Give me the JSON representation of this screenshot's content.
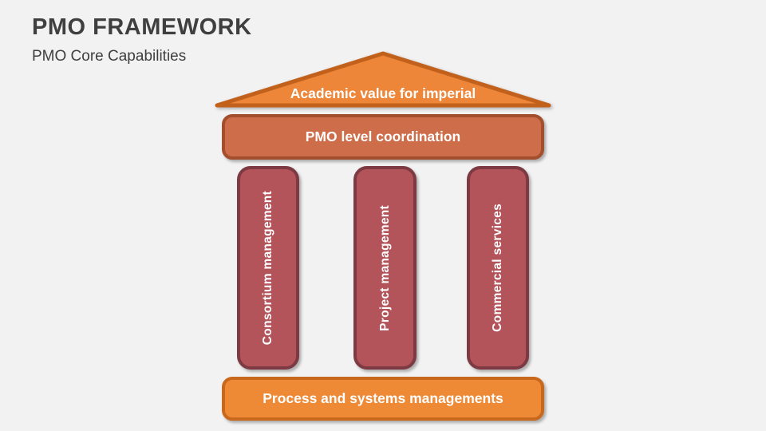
{
  "slide": {
    "title": "PMO FRAMEWORK",
    "subtitle": "PMO Core Capabilities"
  },
  "diagram": {
    "roof": {
      "label": "Academic value for imperial"
    },
    "top_bar": {
      "label": "PMO level coordination"
    },
    "pillars": [
      {
        "label": "Consortium management"
      },
      {
        "label": "Project management"
      },
      {
        "label": "Commercial services"
      }
    ],
    "bottom_bar": {
      "label": "Process and systems managements"
    }
  },
  "colors": {
    "background": "#f2f2f2",
    "title_text": "#3f3f3f",
    "shape_text": "#ffffff",
    "roof_fill": "#ed8639",
    "roof_border": "#c2611c",
    "top_bar_fill": "#cd6d49",
    "top_bar_border": "#a34f2e",
    "pillar_fill": "#b3535a",
    "pillar_border": "#7d3a43",
    "bottom_bar_fill": "#ee8935",
    "bottom_bar_border": "#c8681d"
  }
}
